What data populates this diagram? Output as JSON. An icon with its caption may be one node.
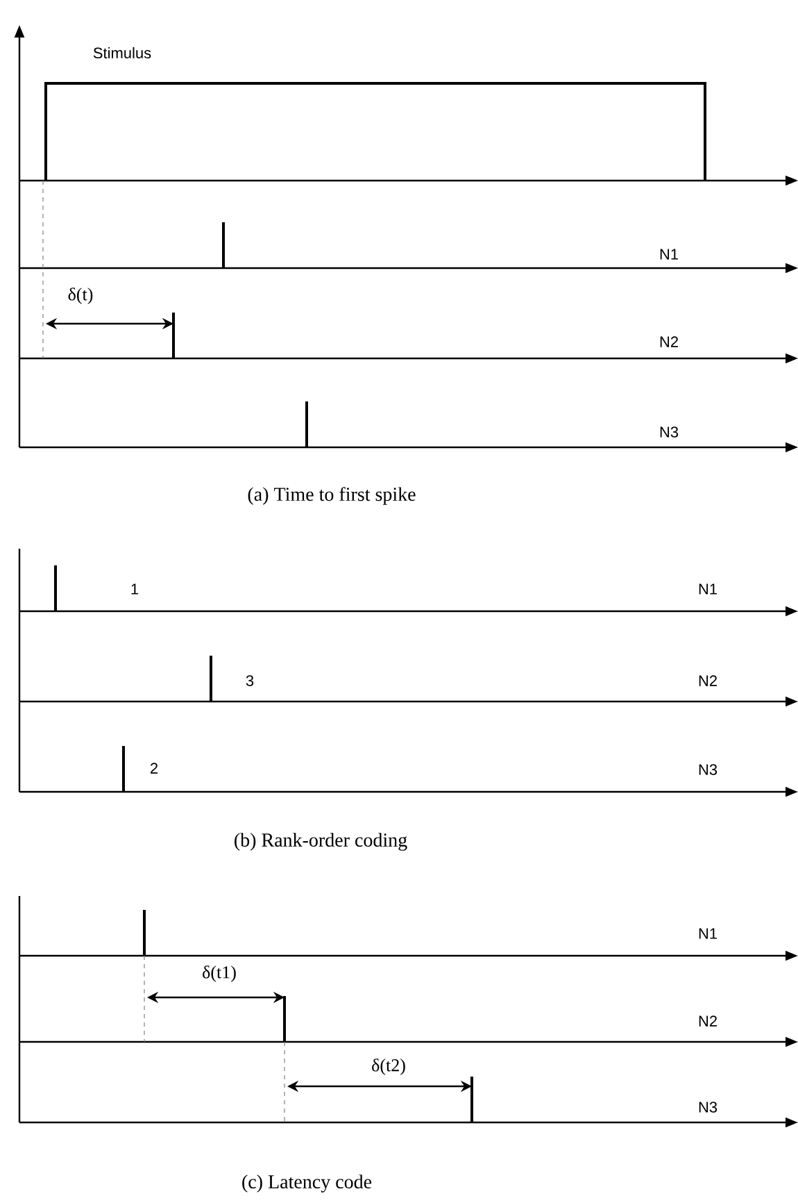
{
  "diagram": {
    "labels": [
      "Stimulus",
      "N1",
      "δ(t)",
      "N2",
      "N3",
      "(a) Time to first spike",
      "1",
      "N1",
      "3",
      "N2",
      "2",
      "N3",
      "(b) Rank-order coding",
      "N1",
      "δ(t1)",
      "N2",
      "δ(t2)",
      "N3",
      "(c) Latency code"
    ]
  }
}
